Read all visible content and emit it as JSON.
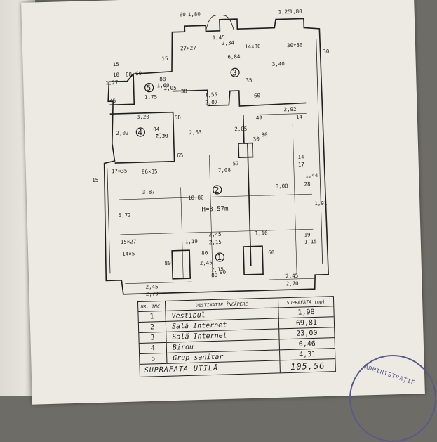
{
  "plan": {
    "ceiling_height": "H=3,57m",
    "rooms": [
      "1",
      "2",
      "3",
      "4",
      "5"
    ],
    "dims_top": [
      "60",
      "1,80",
      "1,25",
      "1,80",
      "1,45",
      "2,34",
      "27×27",
      "14×30",
      "30×30",
      "6,84",
      "3,40",
      "30",
      "15"
    ],
    "dims_room5": [
      "15",
      "1,27",
      "10",
      "88",
      "60",
      "1,60",
      "2,05",
      "88",
      "1,75",
      "30",
      "45"
    ],
    "dims_mid": [
      "1,55",
      "2,07",
      "35",
      "60",
      "3,20",
      "58",
      "2,63",
      "2,02",
      "84",
      "2,30",
      "65",
      "86×35",
      "17×35"
    ],
    "dims_right": [
      "2,92",
      "14",
      "2,05",
      "49",
      "30",
      "30",
      "7,08",
      "57",
      "8,00",
      "14",
      "17",
      "1,44",
      "28",
      "1,91",
      "19",
      "1,15"
    ],
    "dims_main": [
      "15",
      "3,87",
      "10,80",
      "5,72",
      "15×27",
      "14×5",
      "2,45",
      "2,15",
      "1,16",
      "1,19",
      "80",
      "80",
      "2,45",
      "60",
      "2,15",
      "80",
      "90"
    ],
    "dims_bottom": [
      "2,45",
      "2,70",
      "2,45",
      "2,70"
    ]
  },
  "table": {
    "headers": [
      "NR. INC.",
      "DESTINATIE ÎNCĂPERE",
      "SUPRAFAȚA (mp)"
    ],
    "rows": [
      {
        "nr": "1",
        "name": "Vestibul",
        "area": "1,98"
      },
      {
        "nr": "2",
        "name": "Sală  Internet",
        "area": "69,81"
      },
      {
        "nr": "3",
        "name": "Sală  Internet",
        "area": "23,00"
      },
      {
        "nr": "4",
        "name": "Birou",
        "area": "6,46"
      },
      {
        "nr": "5",
        "name": "Grup  sanitar",
        "area": "4,31"
      }
    ],
    "total_label": "SUPRAFAȚA  UTILĂ",
    "total_value": "105,56"
  },
  "stamp": {
    "text": "ADMINISTRAȚIE"
  }
}
